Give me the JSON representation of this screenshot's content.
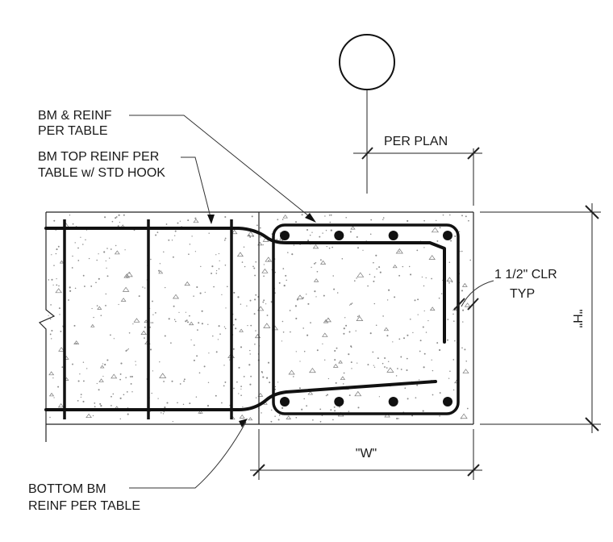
{
  "notes": {
    "beam_reinf": [
      "BM & REINF",
      "PER TABLE"
    ],
    "top_reinf": [
      "BM TOP REINF PER",
      "TABLE w/ STD HOOK"
    ],
    "bottom_reinf": [
      "BOTTOM BM",
      "REINF PER TABLE"
    ],
    "clearance": [
      "1 1/2\" CLR",
      "TYP"
    ]
  },
  "dimensions": {
    "per_plan": "PER PLAN",
    "width": "\"W\"",
    "height": "\"H\""
  },
  "bars": {
    "top_count": 4,
    "bottom_count": 4
  }
}
